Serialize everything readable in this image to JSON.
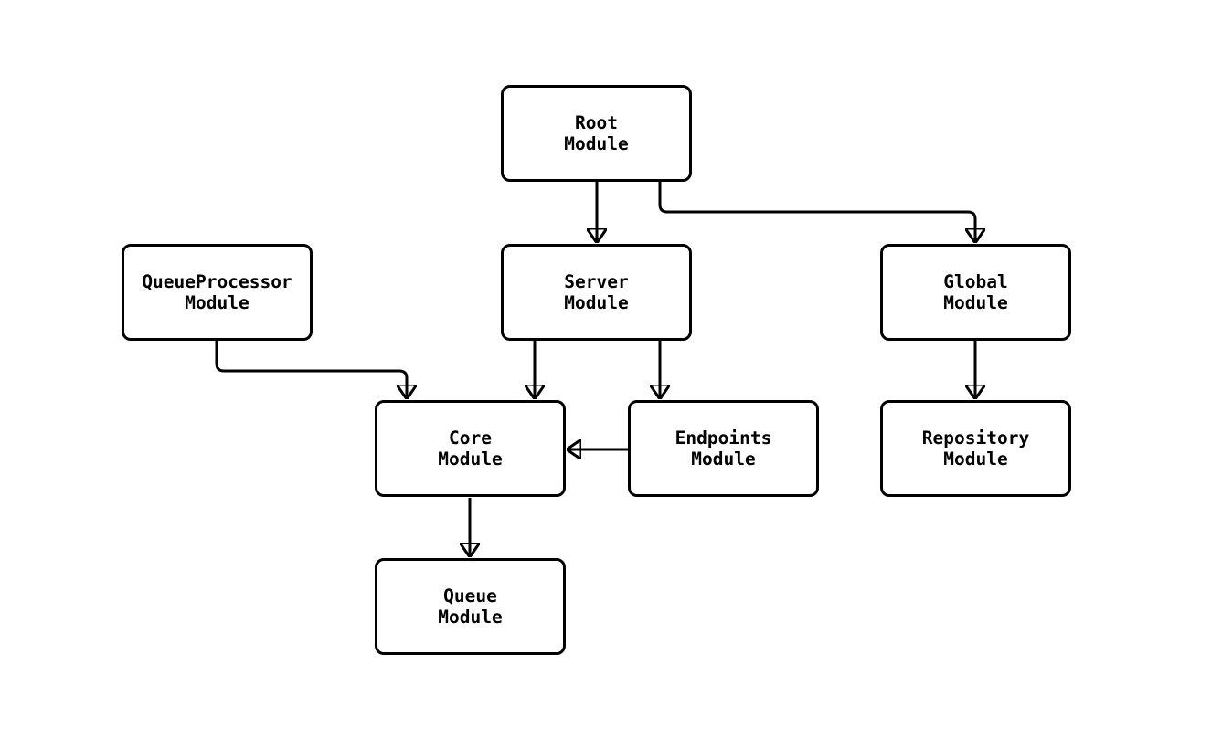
{
  "diagram": {
    "type": "flowchart",
    "direction": "top-down",
    "colors": {
      "background": "#ffffff",
      "node_fill": "#ffffff",
      "node_border": "#000000",
      "edge_stroke": "#000000",
      "text": "#000000"
    },
    "nodes": [
      {
        "id": "root",
        "label": "Root\nModule"
      },
      {
        "id": "queueprocessor",
        "label": "QueueProcessor\nModule"
      },
      {
        "id": "server",
        "label": "Server\nModule"
      },
      {
        "id": "global",
        "label": "Global\nModule"
      },
      {
        "id": "core",
        "label": "Core\nModule"
      },
      {
        "id": "endpoints",
        "label": "Endpoints\nModule"
      },
      {
        "id": "repository",
        "label": "Repository\nModule"
      },
      {
        "id": "queue",
        "label": "Queue\nModule"
      }
    ],
    "edges": [
      {
        "from": "root",
        "to": "server"
      },
      {
        "from": "root",
        "to": "global"
      },
      {
        "from": "queueprocessor",
        "to": "core"
      },
      {
        "from": "server",
        "to": "core"
      },
      {
        "from": "server",
        "to": "endpoints"
      },
      {
        "from": "endpoints",
        "to": "core"
      },
      {
        "from": "core",
        "to": "queue"
      },
      {
        "from": "global",
        "to": "repository"
      }
    ]
  }
}
